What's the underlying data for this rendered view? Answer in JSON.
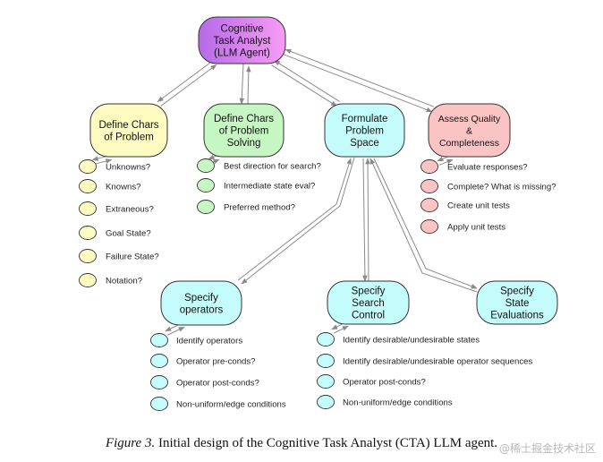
{
  "diagram": {
    "root": {
      "label_lines": [
        "Cognitive",
        "Task Analyst",
        "(LLM Agent)"
      ],
      "fill": "#d98cf5",
      "fill_light": "#f6a0f7"
    },
    "branches": [
      {
        "id": "define-chars-problem",
        "label_lines": [
          "Define Chars",
          "of Problem"
        ],
        "fill": "#fdfbc0",
        "items": [
          "Unknowns?",
          "Knowns?",
          "Extraneous?",
          "Goal State?",
          "Failure State?",
          "Notation?"
        ]
      },
      {
        "id": "define-chars-problem-solving",
        "label_lines": [
          "Define Chars",
          "of Problem",
          "Solving"
        ],
        "fill": "#c6f7c2",
        "items": [
          "Best direction for search?",
          "Intermediate state eval?",
          "Preferred method?"
        ]
      },
      {
        "id": "formulate-problem-space",
        "label_lines": [
          "Formulate",
          "Problem",
          "Space"
        ],
        "fill": "#c4fbfb",
        "items": []
      },
      {
        "id": "assess-quality",
        "label_lines": [
          "Assess Quality",
          "&",
          "Completeness"
        ],
        "fill": "#fbc4c4",
        "items": [
          "Evaluate responses?",
          "Complete? What is missing?",
          "Create unit tests",
          "Apply unit tests"
        ]
      }
    ],
    "sub_branches": [
      {
        "id": "specify-operators",
        "label_lines": [
          "Specify",
          "operators"
        ],
        "fill": "#c4fbfb",
        "items": [
          "Identify operators",
          "Operator pre-conds?",
          "Operator post-conds?",
          "Non-uniform/edge conditions"
        ]
      },
      {
        "id": "specify-search-control",
        "label_lines": [
          "Specify",
          "Search",
          "Control"
        ],
        "fill": "#c4fbfb",
        "items": [
          "Identify desirable/undesirable states",
          "Identify desirable/undesirable operator sequences",
          "Operator post-conds?",
          "Non-uniform/edge conditions"
        ]
      },
      {
        "id": "specify-state-evaluations",
        "label_lines": [
          "Specify",
          "State",
          "Evaluations"
        ],
        "fill": "#c4fbfb",
        "items": []
      }
    ],
    "edge_color": "#8a8a8a"
  },
  "caption": {
    "figure_label": "Figure 3.",
    "text": " Initial design of the Cognitive Task Analyst (CTA) LLM agent."
  },
  "watermark": "@稀土掘金技术社区"
}
